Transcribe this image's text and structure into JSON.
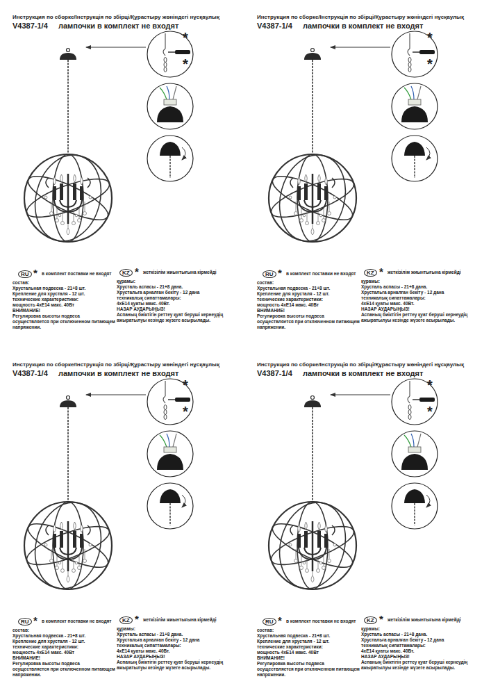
{
  "diagram": {
    "labels": [
      "Инструкция по сборке/Інструкція по збірці/Құрастыру жөніндегі нұсқаулық",
      "V4387-1/4",
      "лампочки в комплект не входят",
      "*",
      "*",
      "RU",
      "*",
      "в комплект поставки не входят",
      "состав:",
      "Хрустальная подвеска - 21+8 шт.",
      "Крепление для хрусталя - 12 шт.",
      "технические характеристики:",
      "мощность 4xE14 макс. 40Вт",
      "ВНИМАНИЕ!",
      "Регулировка высоты подвеса осуществляется при отключенном питающем напряжении.",
      "KZ",
      "*",
      "жеткізілім жиынтығына кірмейді",
      "құрамы:",
      "Хрусталь аспасы - 21+8 дана.",
      "Хрустальға арналған бекіту - 12 дана",
      "техникалық сипаттамалары:",
      "4xE14 қуаты макс. 40Вт.",
      "НАЗАР АУДАРЫҢЫЗ!",
      "Аспаның биіктігін реттеу қуат беруші кернеудің ажыратылуы кезінде жүзеге асырылады.",
      "Инструкция по сборке/Інструкція по збірці/Құрастыру жөніндегі нұсқаулық",
      "V4387-1/4",
      "лампочки в комплект не входят",
      "*",
      "*",
      "RU",
      "*",
      "в комплект поставки не входят",
      "состав:",
      "Хрустальная подвеска - 21+8 шт.",
      "Крепление для хрусталя - 12 шт.",
      "технические характеристики:",
      "мощность 4xE14 макс. 40Вт",
      "ВНИМАНИЕ!",
      "Регулировка высоты подвеса осуществляется при отключенном питающем напряжении.",
      "KZ",
      "*",
      "жеткізілім жиынтығына кірмейді",
      "құрамы:",
      "Хрусталь аспасы - 21+8 дана.",
      "Хрустальға арналған бекіту - 12 дана",
      "техникалық сипаттамалары:",
      "4xE14 қуаты макс. 40Вт.",
      "НАЗАР АУДАРЫҢЫЗ!",
      "Аспаның биіктігін реттеу қуат беруші кернеудің ажыратылуы кезінде жүзеге асырылады.",
      "Инструкция по сборке/Інструкція по збірці/Құрастыру жөніндегі нұсқаулық",
      "V4387-1/4",
      "лампочки в комплект не входят",
      "*",
      "*",
      "RU",
      "*",
      "в комплект поставки не входят",
      "состав:",
      "Хрустальная подвеска - 21+8 шт.",
      "Крепление для хрусталя - 12 шт.",
      "технические характеристики:",
      "мощность 4xE14 макс. 40Вт",
      "ВНИМАНИЕ!",
      "Регулировка высоты подвеса осуществляется при отключенном питающем напряжении.",
      "KZ",
      "*",
      "жеткізілім жиынтығына кірмейді",
      "құрамы:",
      "Хрусталь аспасы - 21+8 дана.",
      "Хрустальға арналған бекіту - 12 дана",
      "техникалық сипаттамалары:",
      "4xE14 қуаты макс. 40Вт.",
      "НАЗАР АУДАРЫҢЫЗ!",
      "Аспаның биіктігін реттеу қуат беруші кернеудің ажыратылуы кезінде жүзеге асырылады.",
      "Инструкция по сборке/Інструкція по збірці/Құрастыру жөніндегі нұсқаулық",
      "V4387-1/4",
      "лампочки в комплект не входят",
      "*",
      "*",
      "RU",
      "*",
      "в комплект поставки не входят",
      "состав:",
      "Хрустальная подвеска - 21+8 шт.",
      "Крепление для хрусталя - 12 шт.",
      "технические характеристики:",
      "мощность 4xE14 макс. 40Вт",
      "ВНИМАНИЕ!",
      "Регулировка высоты подвеса осуществляется при отключенном питающем напряжении.",
      "KZ",
      "*",
      "жеткізілім жиынтығына кірмейді",
      "құрамы:",
      "Хрусталь аспасы - 21+8 дана.",
      "Хрустальға арналған бекіту - 12 дана",
      "техникалық сипаттамалары:",
      "4xE14 қуаты макс. 40Вт.",
      "НАЗАР АУДАРЫҢЫЗ!",
      "Аспаның биіктігін реттеу қуат беруші кернеудің ажыратылуы кезінде жүзеге асырылады."
    ]
  }
}
